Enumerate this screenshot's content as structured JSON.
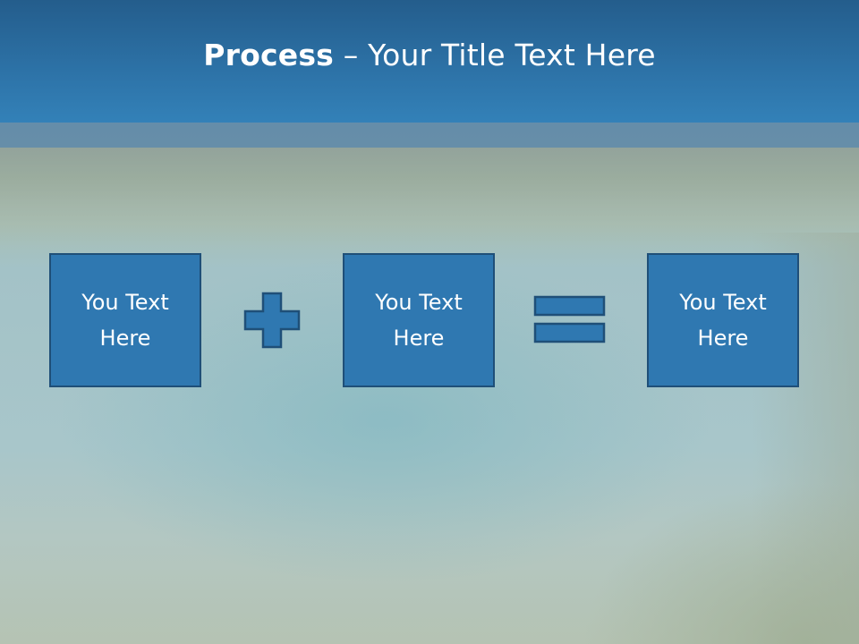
{
  "slide": {
    "title_bold": "Process",
    "title_rest": " – Your Title Text Here"
  },
  "boxes": [
    {
      "line1": "You Text",
      "line2": "Here"
    },
    {
      "line1": "You Text",
      "line2": "Here"
    },
    {
      "line1": "You Text",
      "line2": "Here"
    }
  ],
  "operators": [
    "plus-icon",
    "equals-icon"
  ],
  "colors": {
    "header": "#2d73a8",
    "box_fill": "#2f78b1",
    "box_border": "#1f4f78",
    "text": "#ffffff"
  }
}
